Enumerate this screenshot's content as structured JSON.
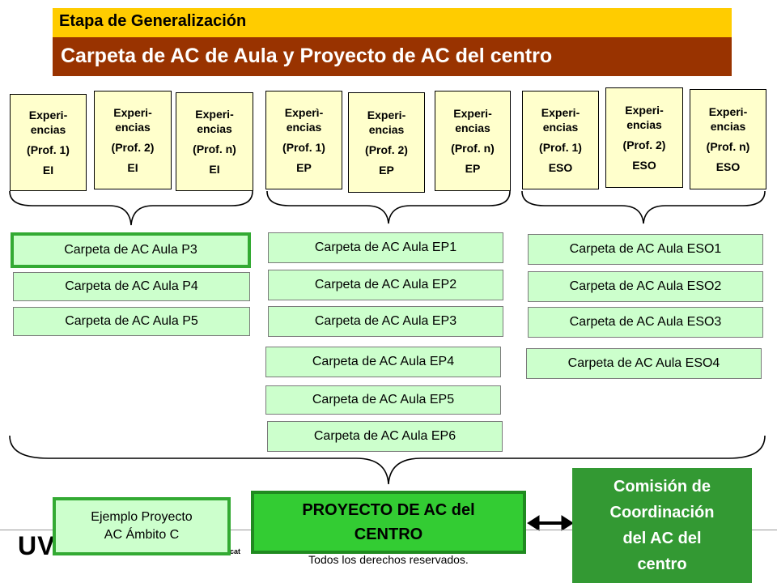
{
  "header": {
    "stage": "Etapa de Generalización",
    "title": "Carpeta de AC de Aula y Proyecto de AC del centro"
  },
  "experiences": [
    {
      "line1": "Experi-",
      "line2": "encias",
      "prof": "(Prof. 1)",
      "level": "EI"
    },
    {
      "line1": "Experi-",
      "line2": "encias",
      "prof": "(Prof. 2)",
      "level": "EI"
    },
    {
      "line1": "Experi-",
      "line2": "encias",
      "prof": "(Prof. n)",
      "level": "EI"
    },
    {
      "line1": "Experì-",
      "line2": "encias",
      "prof": "(Prof. 1)",
      "level": "EP"
    },
    {
      "line1": "Experi-",
      "line2": "encias",
      "prof": "(Prof. 2)",
      "level": "EP"
    },
    {
      "line1": "Experi-",
      "line2": "encias",
      "prof": "(Prof. n)",
      "level": "EP"
    },
    {
      "line1": "Experi-",
      "line2": "encias",
      "prof": "(Prof. 1)",
      "level": "ESO"
    },
    {
      "line1": "Experi-",
      "line2": "encias",
      "prof": "(Prof. 2)",
      "level": "ESO"
    },
    {
      "line1": "Experi-",
      "line2": "encias",
      "prof": "(Prof. n)",
      "level": "ESO"
    }
  ],
  "folders": {
    "ei": [
      "Carpeta de AC Aula P3",
      "Carpeta de AC Aula P4",
      "Carpeta de AC Aula P5"
    ],
    "ep": [
      "Carpeta de AC Aula EP1",
      "Carpeta de AC Aula EP2",
      "Carpeta de AC Aula EP3",
      "Carpeta de AC Aula EP4",
      "Carpeta de AC Aula EP5",
      "Carpeta de AC Aula EP6"
    ],
    "eso": [
      "Carpeta de AC Aula ESO1",
      "Carpeta de AC Aula ESO2",
      "Carpeta de AC Aula ESO3",
      "Carpeta de AC Aula ESO4"
    ]
  },
  "project": {
    "line1": "PROYECTO DE AC del",
    "line2": "CENTRO"
  },
  "example": {
    "line1": "Ejemplo Proyecto",
    "line2": "AC Ámbito C"
  },
  "commission": {
    "line1": "Comisión de",
    "line2": "Coordinación",
    "line3": "del AC del",
    "line4": "centro"
  },
  "footer": {
    "logo": "UV",
    "fragment": "cat",
    "rights": "Todos los derechos reservados."
  }
}
